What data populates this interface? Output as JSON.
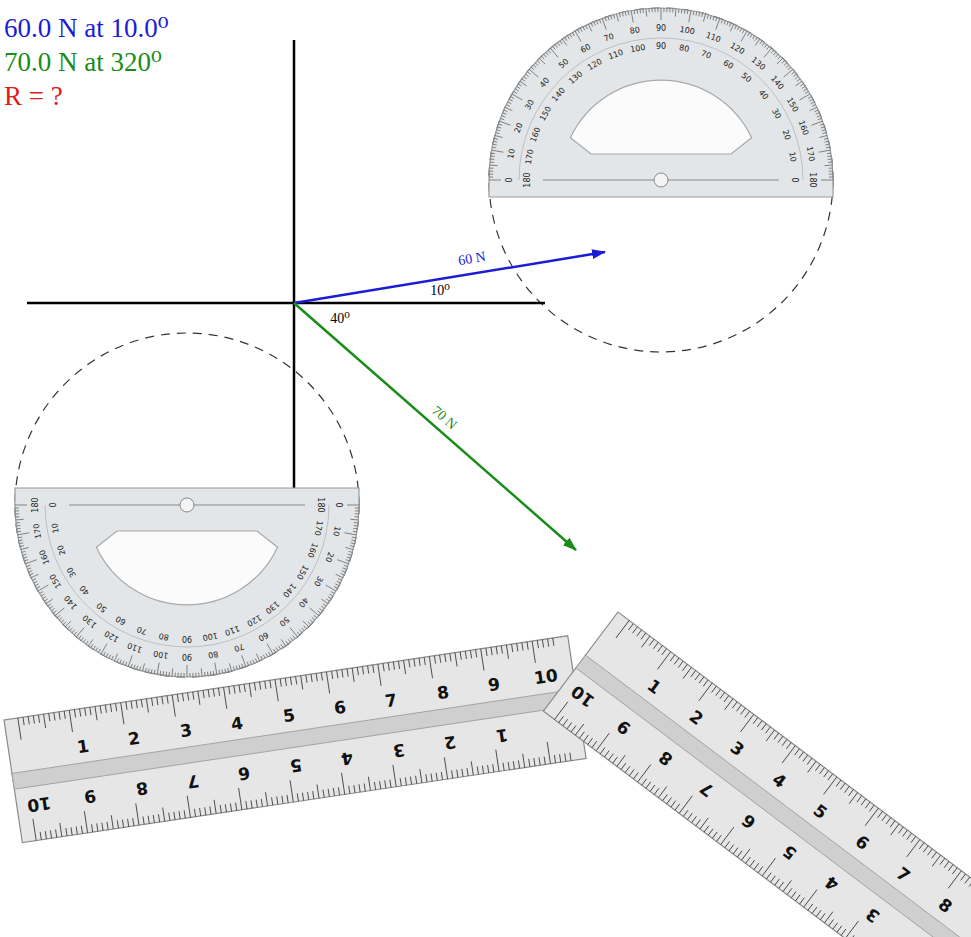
{
  "diagram": {
    "labels": [
      "60.0 N at 10.0⁰",
      "70.0 N at 320⁰",
      "R = ?",
      "60 N",
      "10⁰",
      "40⁰",
      "70 N",
      "0",
      "10",
      "20",
      "30",
      "40",
      "50",
      "60",
      "70",
      "80",
      "90",
      "100",
      "110",
      "120",
      "130",
      "140",
      "150",
      "160",
      "170",
      "180",
      "180",
      "170",
      "160",
      "150",
      "140",
      "130",
      "120",
      "110",
      "100",
      "90",
      "80",
      "70",
      "60",
      "50",
      "40",
      "30",
      "20",
      "10",
      "0",
      "0",
      "10",
      "20",
      "30",
      "40",
      "50",
      "60",
      "70",
      "80",
      "90",
      "100",
      "110",
      "120",
      "130",
      "140",
      "150",
      "160",
      "170",
      "180",
      "180",
      "170",
      "160",
      "150",
      "140",
      "130",
      "120",
      "110",
      "100",
      "90",
      "80",
      "70",
      "60",
      "50",
      "40",
      "30",
      "20",
      "10",
      "0",
      "1",
      "2",
      "3",
      "4",
      "5",
      "6",
      "7",
      "8",
      "9",
      "10",
      "10",
      "9",
      "8",
      "7",
      "6",
      "5",
      "4",
      "3",
      "2",
      "1",
      "1",
      "2",
      "3",
      "4",
      "5",
      "6",
      "7",
      "8",
      "10",
      "9",
      "8",
      "7",
      "6",
      "5",
      "4",
      "3"
    ]
  }
}
